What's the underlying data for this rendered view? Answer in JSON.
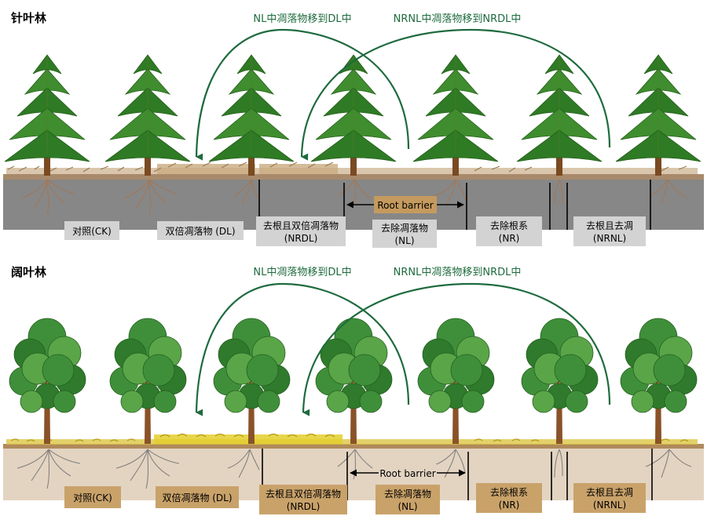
{
  "colors": {
    "arrow_green": "#1e6b3e",
    "conifer_soil": "#878787",
    "conifer_label_bg": "#d3d3d3",
    "broadleaf_soil": "#e3d4c2",
    "broadleaf_label_bg": "#c9a26a",
    "root_barrier_bg": "#c59a5e",
    "trunk": "#7a4a22"
  },
  "panels": [
    {
      "id": "conifer",
      "title": "针叶林",
      "arrow_left_label": "NL中凋落物移到DL中",
      "arrow_right_label": "NRNL中凋落物移到NRDL中",
      "root_barrier_label": "Root barrier",
      "treatments": [
        {
          "line1": "对照(CK)",
          "line2": ""
        },
        {
          "line1": "双倍凋落物 (DL)",
          "line2": ""
        },
        {
          "line1": "去根且双倍凋落物",
          "line2": "(NRDL)"
        },
        {
          "line1": "去除凋落物",
          "line2": "(NL)"
        },
        {
          "line1": "去除根系",
          "line2": "(NR)"
        },
        {
          "line1": "去根且去凋",
          "line2": "(NRNL)"
        }
      ]
    },
    {
      "id": "broadleaf",
      "title": "阔叶林",
      "arrow_left_label": "NL中凋落物移到DL中",
      "arrow_right_label": "NRNL中凋落物移到NRDL中",
      "root_barrier_label": "Root barrier",
      "treatments": [
        {
          "line1": "对照(CK)",
          "line2": ""
        },
        {
          "line1": "双倍凋落物 (DL)",
          "line2": ""
        },
        {
          "line1": "去根且双倍凋落物",
          "line2": "(NRDL)"
        },
        {
          "line1": "去除凋落物",
          "line2": "(NL)"
        },
        {
          "line1": "去除根系",
          "line2": "(NR)"
        },
        {
          "line1": "去根且去凋",
          "line2": "(NRNL)"
        }
      ]
    }
  ]
}
